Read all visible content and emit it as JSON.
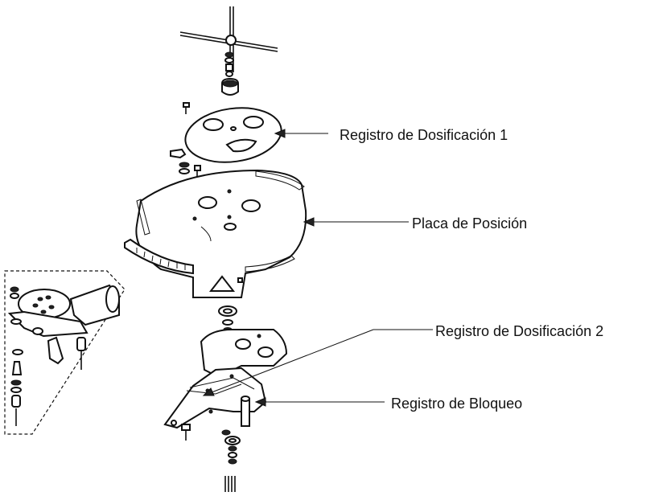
{
  "callouts": {
    "dosing_register_1": "Registro de Dosificación 1",
    "position_plate": "Placa de Posición",
    "dosing_register_2": "Registro de Dosificación 2",
    "locking_register": "Registro de Bloqueo"
  }
}
